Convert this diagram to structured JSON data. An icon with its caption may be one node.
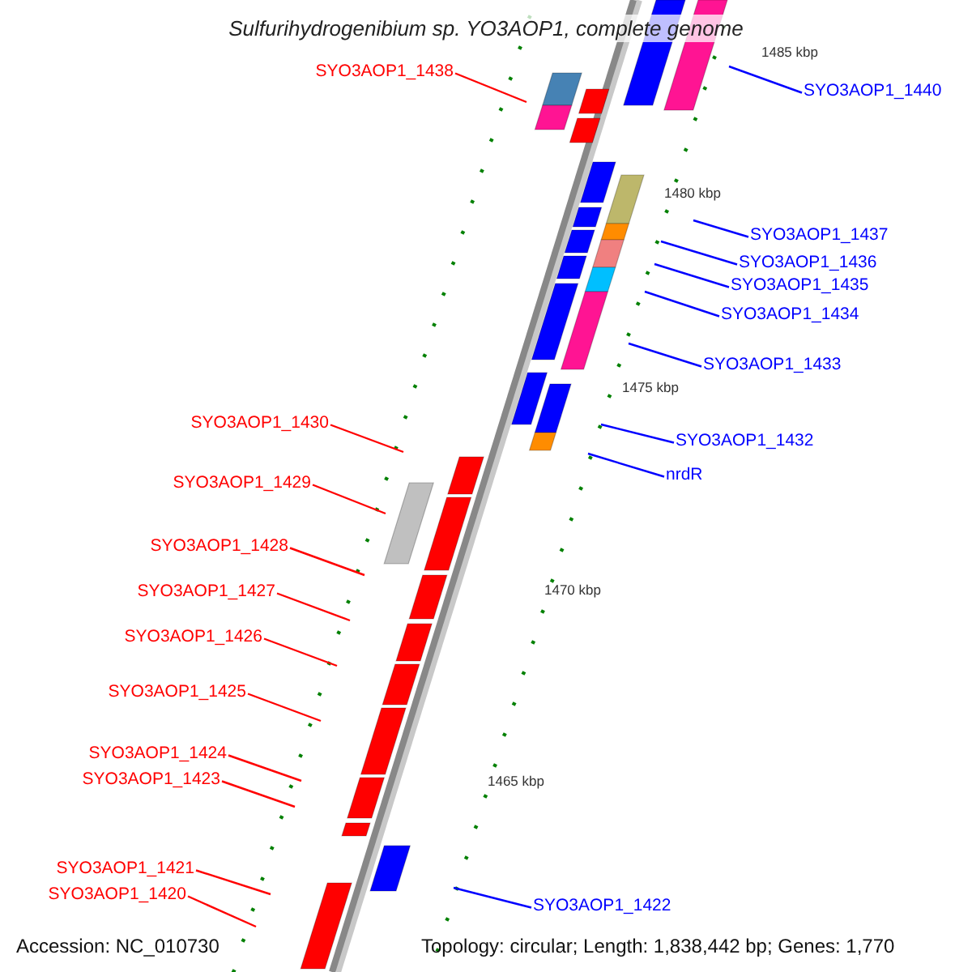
{
  "diagram": {
    "title": "Sulfurihydrogenibium sp. YO3AOP1, complete genome",
    "nodes": [
      {
        "text": [
          "SYO3AOP1_1438"
        ]
      },
      {
        "text": [
          "SYO3AOP1_1440"
        ]
      },
      {
        "text": [
          "SYO3AOP1_1437"
        ]
      },
      {
        "text": [
          "SYO3AOP1_1436"
        ]
      },
      {
        "text": [
          "SYO3AOP1_1435"
        ]
      },
      {
        "text": [
          "SYO3AOP1_1434"
        ]
      },
      {
        "text": [
          "SYO3AOP1_1433"
        ]
      },
      {
        "text": [
          "SYO3AOP1_1430"
        ]
      },
      {
        "text": [
          "SYO3AOP1_1432"
        ]
      },
      {
        "text": [
          "nrdR"
        ]
      },
      {
        "text": [
          "SYO3AOP1_1429"
        ]
      },
      {
        "text": [
          "SYO3AOP1_1428"
        ]
      },
      {
        "text": [
          "SYO3AOP1_1427"
        ]
      },
      {
        "text": [
          "SYO3AOP1_1426"
        ]
      },
      {
        "text": [
          "SYO3AOP1_1425"
        ]
      },
      {
        "text": [
          "SYO3AOP1_1424"
        ]
      },
      {
        "text": [
          "SYO3AOP1_1423"
        ]
      },
      {
        "text": [
          "SYO3AOP1_1421"
        ]
      },
      {
        "text": [
          "SYO3AOP1_1420"
        ]
      },
      {
        "text": [
          "SYO3AOP1_1422"
        ]
      }
    ],
    "edges": [
      {
        "from": 0,
        "to": null,
        "arrow": "none",
        "color": "#ff0000"
      },
      {
        "from": 1,
        "to": null,
        "arrow": "none",
        "color": "#0000ff"
      },
      {
        "from": 2,
        "to": null,
        "arrow": "none",
        "color": "#0000ff"
      },
      {
        "from": 3,
        "to": null,
        "arrow": "none",
        "color": "#0000ff"
      },
      {
        "from": 4,
        "to": null,
        "arrow": "none",
        "color": "#0000ff"
      },
      {
        "from": 5,
        "to": null,
        "arrow": "none",
        "color": "#0000ff"
      },
      {
        "from": 6,
        "to": null,
        "arrow": "none",
        "color": "#0000ff"
      },
      {
        "from": 7,
        "to": null,
        "arrow": "none",
        "color": "#ff0000"
      },
      {
        "from": 8,
        "to": null,
        "arrow": "none",
        "color": "#0000ff"
      },
      {
        "from": 9,
        "to": null,
        "arrow": "none",
        "color": "#0000ff"
      },
      {
        "from": 10,
        "to": null,
        "arrow": "none",
        "color": "#ff0000"
      },
      {
        "from": 11,
        "to": null,
        "arrow": "none",
        "color": "#ff0000"
      },
      {
        "from": 12,
        "to": null,
        "arrow": "none",
        "color": "#ff0000"
      },
      {
        "from": 13,
        "to": null,
        "arrow": "none",
        "color": "#ff0000"
      },
      {
        "from": 14,
        "to": null,
        "arrow": "none",
        "color": "#ff0000"
      },
      {
        "from": 15,
        "to": null,
        "arrow": "none",
        "color": "#ff0000"
      },
      {
        "from": 16,
        "to": null,
        "arrow": "none",
        "color": "#ff0000"
      },
      {
        "from": 17,
        "to": null,
        "arrow": "none",
        "color": "#ff0000"
      },
      {
        "from": 18,
        "to": null,
        "arrow": "none",
        "color": "#ff0000"
      },
      {
        "from": 19,
        "to": null,
        "arrow": "none",
        "color": "#0000ff"
      }
    ],
    "labels": [
      "1485 kbp",
      "1480 kbp",
      "1475 kbp",
      "1470 kbp",
      "1465 kbp",
      "Accession: NC_010730",
      "Topology: circular; Length: 1,838,442 bp; Genes: 1,770"
    ]
  }
}
